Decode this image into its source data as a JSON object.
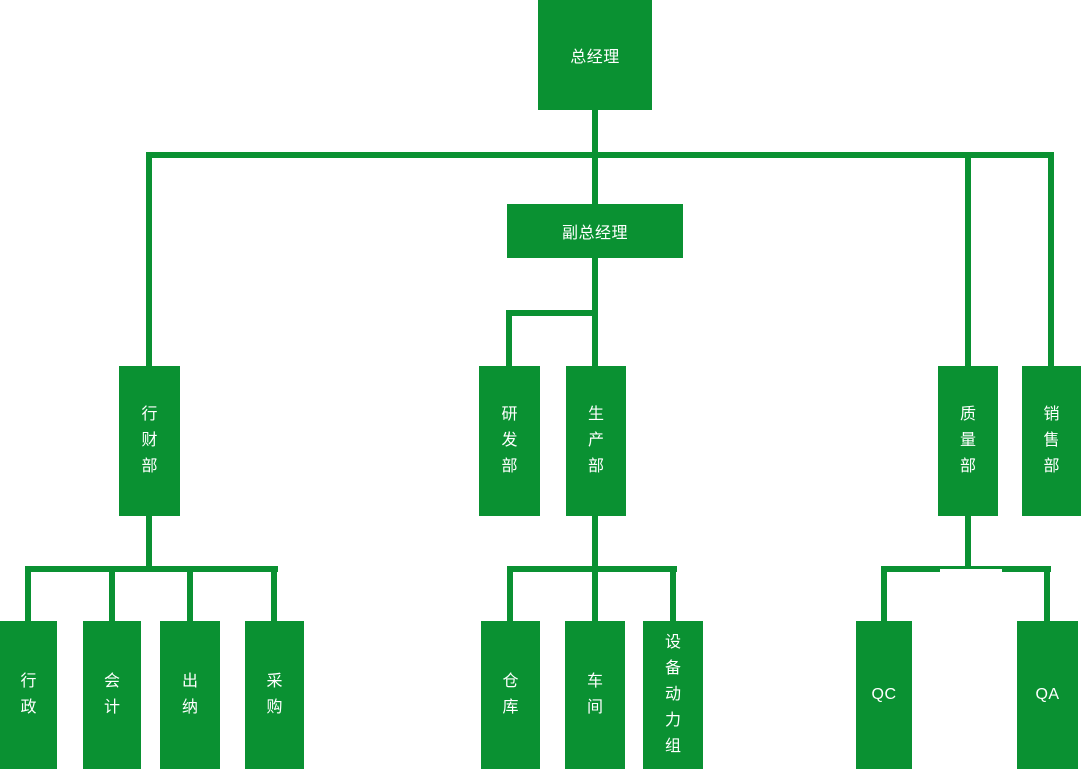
{
  "colors": {
    "node_fill": "#0a9132",
    "connector": "#0a9132",
    "node_text": "#ffffff",
    "background": "#ffffff"
  },
  "nodes": {
    "general_manager": {
      "label": "总经理",
      "level": 1,
      "reports_to": null
    },
    "deputy_general_manager": {
      "label": "副总经理",
      "level": 2,
      "reports_to": "general_manager"
    },
    "admin_finance_dept": {
      "label": "行财部",
      "level": 2,
      "reports_to": "general_manager"
    },
    "quality_dept": {
      "label": "质量部",
      "level": 2,
      "reports_to": "general_manager"
    },
    "sales_dept": {
      "label": "销售部",
      "level": 2,
      "reports_to": "general_manager"
    },
    "rd_dept": {
      "label": "研发部",
      "level": 3,
      "reports_to": "deputy_general_manager"
    },
    "production_dept": {
      "label": "生产部",
      "level": 3,
      "reports_to": "deputy_general_manager"
    },
    "admin": {
      "label": "行政",
      "level": 4,
      "reports_to": "admin_finance_dept"
    },
    "accounting": {
      "label": "会计",
      "level": 4,
      "reports_to": "admin_finance_dept"
    },
    "cashier": {
      "label": "出纳",
      "level": 4,
      "reports_to": "admin_finance_dept"
    },
    "purchasing": {
      "label": "采购",
      "level": 4,
      "reports_to": "admin_finance_dept"
    },
    "warehouse": {
      "label": "仓库",
      "level": 4,
      "reports_to": "production_dept"
    },
    "workshop": {
      "label": "车间",
      "level": 4,
      "reports_to": "production_dept"
    },
    "equipment_power_group": {
      "label": "设备动力组",
      "level": 4,
      "reports_to": "production_dept"
    },
    "qc": {
      "label": "QC",
      "level": 4,
      "reports_to": "quality_dept"
    },
    "qa": {
      "label": "QA",
      "level": 4,
      "reports_to": "quality_dept"
    }
  }
}
